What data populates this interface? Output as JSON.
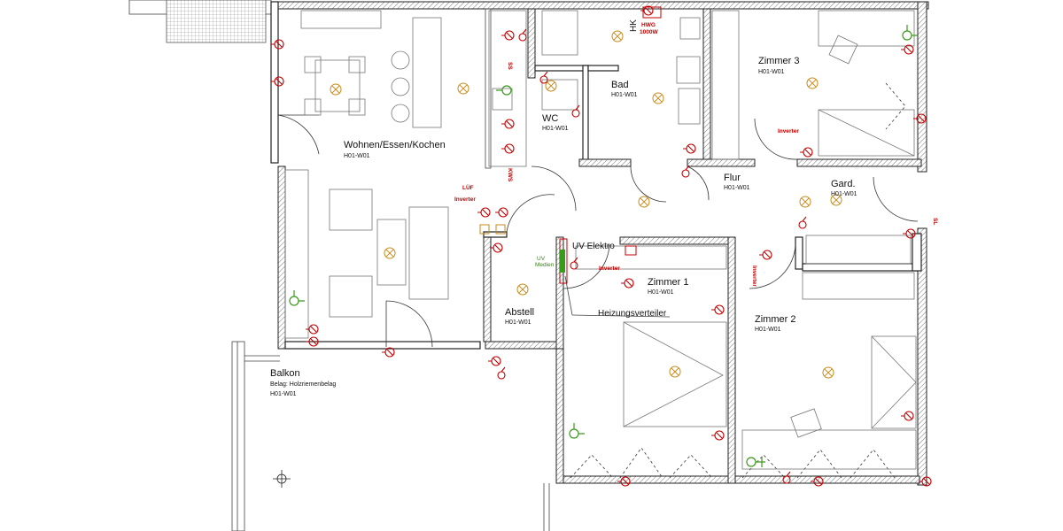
{
  "rooms": {
    "wohnen": {
      "name": "Wohnen/Essen/Kochen",
      "code": "H01-W01"
    },
    "bad": {
      "name": "Bad",
      "code": "H01-W01"
    },
    "wc": {
      "name": "WC",
      "code": "H01-W01"
    },
    "zimmer3": {
      "name": "Zimmer 3",
      "code": "H01-W01"
    },
    "flur": {
      "name": "Flur",
      "code": "H01-W01"
    },
    "gard": {
      "name": "Gard.",
      "code": "H01-W01"
    },
    "zimmer1": {
      "name": "Zimmer 1",
      "code": "H01-W01"
    },
    "zimmer2": {
      "name": "Zimmer 2",
      "code": "H01-W01"
    },
    "abstell": {
      "name": "Abstell",
      "code": "H01-W01"
    },
    "balkon": {
      "name": "Balkon",
      "detail": "Belag: Holzriemenbelag",
      "code": "H01-W01"
    }
  },
  "labels": {
    "uv_elektro": "UV Elektro",
    "heizungsverteiler": "Heizungsverteiler",
    "uv_medien_1": "UV",
    "uv_medien_2": "Medien",
    "luef": "LÜF",
    "inverter_1": "Inverter",
    "inverter_2": "Inverter",
    "inverter_3": "Inverter",
    "inverter_4": "Inverter",
    "hk": "HK",
    "hwg_1": "HWG",
    "hwg_2": "1000W",
    "kws": "KWS",
    "ss": "SS",
    "sl": "SL"
  },
  "colors": {
    "wall": "#222222",
    "electrical": "#c00000",
    "lighting": "#c98a18",
    "media": "#3a9a1a"
  },
  "icons": [
    "ceiling-light-icon",
    "socket-icon",
    "switch-icon",
    "network-outlet-icon",
    "north-arrow-icon"
  ]
}
